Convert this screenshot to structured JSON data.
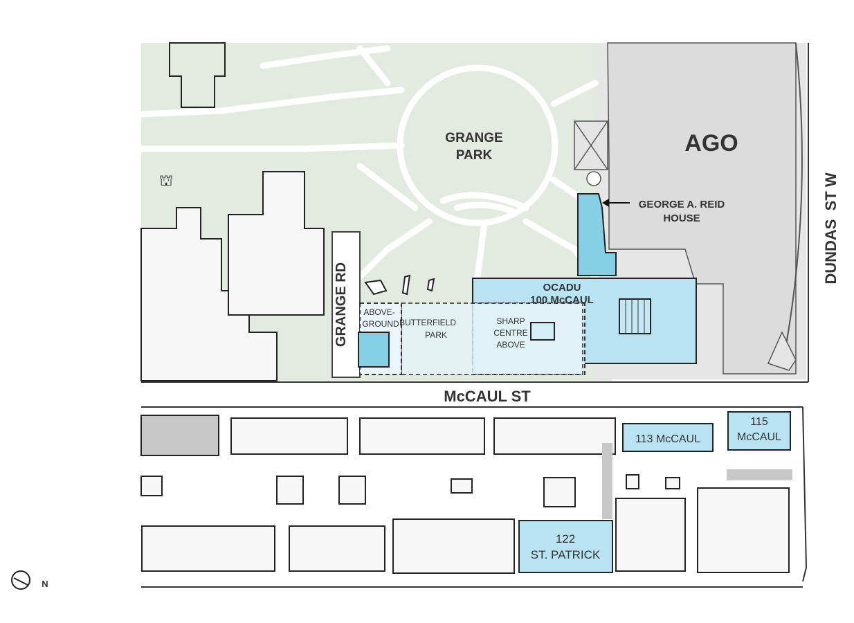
{
  "labels": {
    "grange_park_1": "GRANGE",
    "grange_park_2": "PARK",
    "ago": "AGO",
    "reid_1": "GEORGE A. REID",
    "reid_2": "HOUSE",
    "ocadu_1": "OCADU",
    "ocadu_2": "100 McCAUL",
    "above_1": "ABOVE-",
    "above_2": "GROUND",
    "butterfield_1": "BUTTERFIELD",
    "butterfield_2": "PARK",
    "sharp_1": "SHARP",
    "sharp_2": "CENTRE",
    "sharp_3": "ABOVE",
    "mccaul_113": "113 McCAUL",
    "mccaul_115_1": "115",
    "mccaul_115_2": "McCAUL",
    "stpat_1": "122",
    "stpat_2": "ST. PATRICK"
  },
  "streets": {
    "mccaul": "McCAUL ST",
    "grange_rd": "GRANGE RD",
    "dundas": "DUNDAS  ST W"
  },
  "compass": {
    "label": "N",
    "icon": "north-arrow-icon"
  },
  "colors": {
    "park": "#e3ebe1",
    "building": "#f7f7f7",
    "highlight": "#b8e3f2",
    "highlight_dark": "#86d0e6",
    "ago": "#dcdcdc",
    "stroke": "#333333"
  }
}
